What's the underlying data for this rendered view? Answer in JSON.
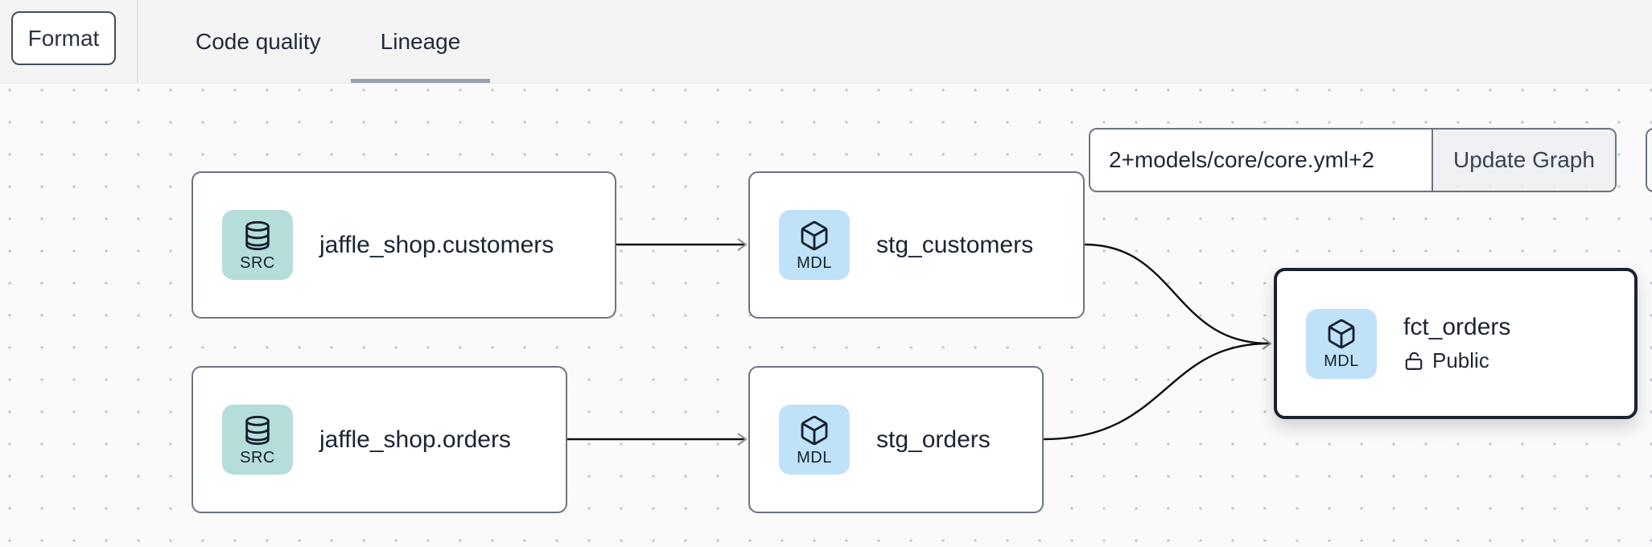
{
  "header": {
    "format_button_label": "Format",
    "tabs": [
      {
        "label": "Code quality",
        "active": false
      },
      {
        "label": "Lineage",
        "active": true
      }
    ]
  },
  "lineage": {
    "selector": {
      "value": "2+models/core/core.yml+2"
    },
    "update_button_label": "Update Graph",
    "nodes": [
      {
        "label": "jaffle_shop.customers",
        "type": "SRC",
        "kind": "source"
      },
      {
        "label": "stg_customers",
        "type": "MDL",
        "kind": "model"
      },
      {
        "label": "jaffle_shop.orders",
        "type": "SRC",
        "kind": "source"
      },
      {
        "label": "stg_orders",
        "type": "MDL",
        "kind": "model"
      },
      {
        "label": "fct_orders",
        "type": "MDL",
        "kind": "model",
        "access": "Public",
        "selected": true
      }
    ],
    "edges": [
      {
        "from": "jaffle_shop.customers",
        "to": "stg_customers"
      },
      {
        "from": "jaffle_shop.orders",
        "to": "stg_orders"
      },
      {
        "from": "stg_customers",
        "to": "fct_orders"
      },
      {
        "from": "stg_orders",
        "to": "fct_orders"
      }
    ]
  },
  "colors": {
    "topbar_bg": "#f4f4f5",
    "canvas_bg": "#fafafa",
    "source_icon_bg": "#b5dedb",
    "model_icon_bg": "#bfe2f8",
    "node_border": "#6d7480",
    "selected_node_border": "#1a2230",
    "edge_line": "#0c0e12",
    "arrowhead": "#899097",
    "tab_underline": "#9aa0ab"
  }
}
